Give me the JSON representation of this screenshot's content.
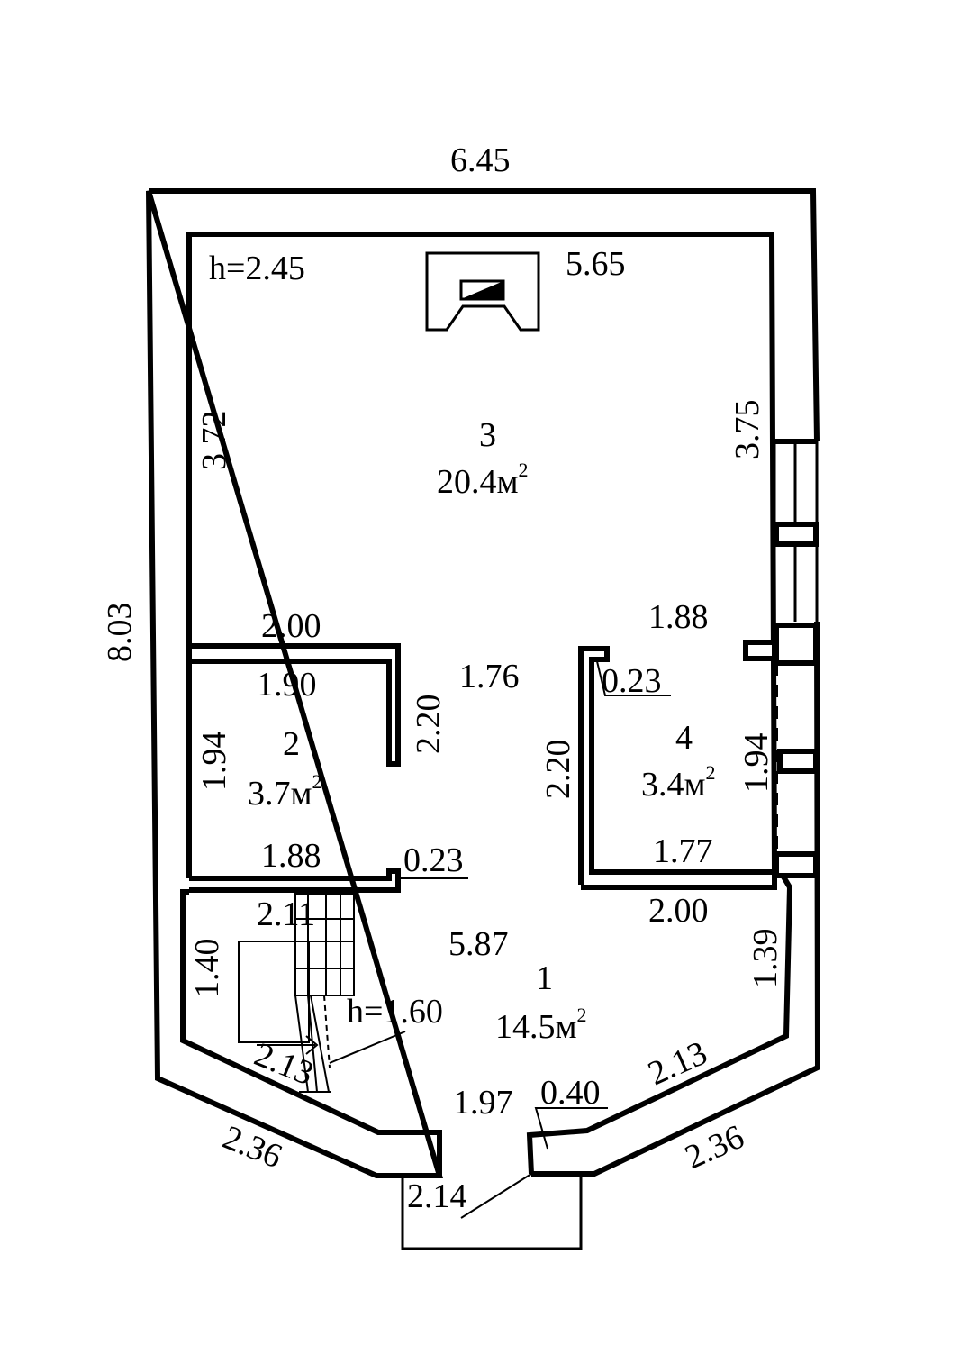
{
  "rooms": [
    {
      "number": "3",
      "area": "20.4м",
      "area_sup": "2"
    },
    {
      "number": "2",
      "area": "3.7м",
      "area_sup": "2"
    },
    {
      "number": "4",
      "area": "3.4м",
      "area_sup": "2"
    },
    {
      "number": "1",
      "area": "14.5м",
      "area_sup": "2"
    }
  ],
  "heights": {
    "upper": "h=2.45",
    "stair": "h=1.60"
  },
  "dimensions": {
    "top_overall": "6.45",
    "left_overall": "8.03",
    "room3_top": "5.65",
    "room3_left": "3.72",
    "room3_right": "3.75",
    "room2_top_outer": "2.00",
    "room2_top_inner": "1.90",
    "room2_side": "2.20",
    "room2_left": "1.94",
    "room2_bottom": "1.88",
    "room2_jog": "0.23",
    "corridor": "1.76",
    "room4_top": "1.88",
    "room4_jog": "0.23",
    "room4_left": "2.20",
    "room4_right": "1.94",
    "room4_bottom": "1.77",
    "room1_top_right": "2.00",
    "room1_top_left": "2.11",
    "room1_width": "5.87",
    "room1_left": "1.40",
    "room1_right": "1.39",
    "room1_bottom_left": "2.13",
    "room1_bottom_right": "2.13",
    "entrance_width": "1.97",
    "entrance_jamb": "0.40",
    "outer_left_diag": "2.36",
    "outer_right_diag": "2.36",
    "porch": "2.14"
  }
}
